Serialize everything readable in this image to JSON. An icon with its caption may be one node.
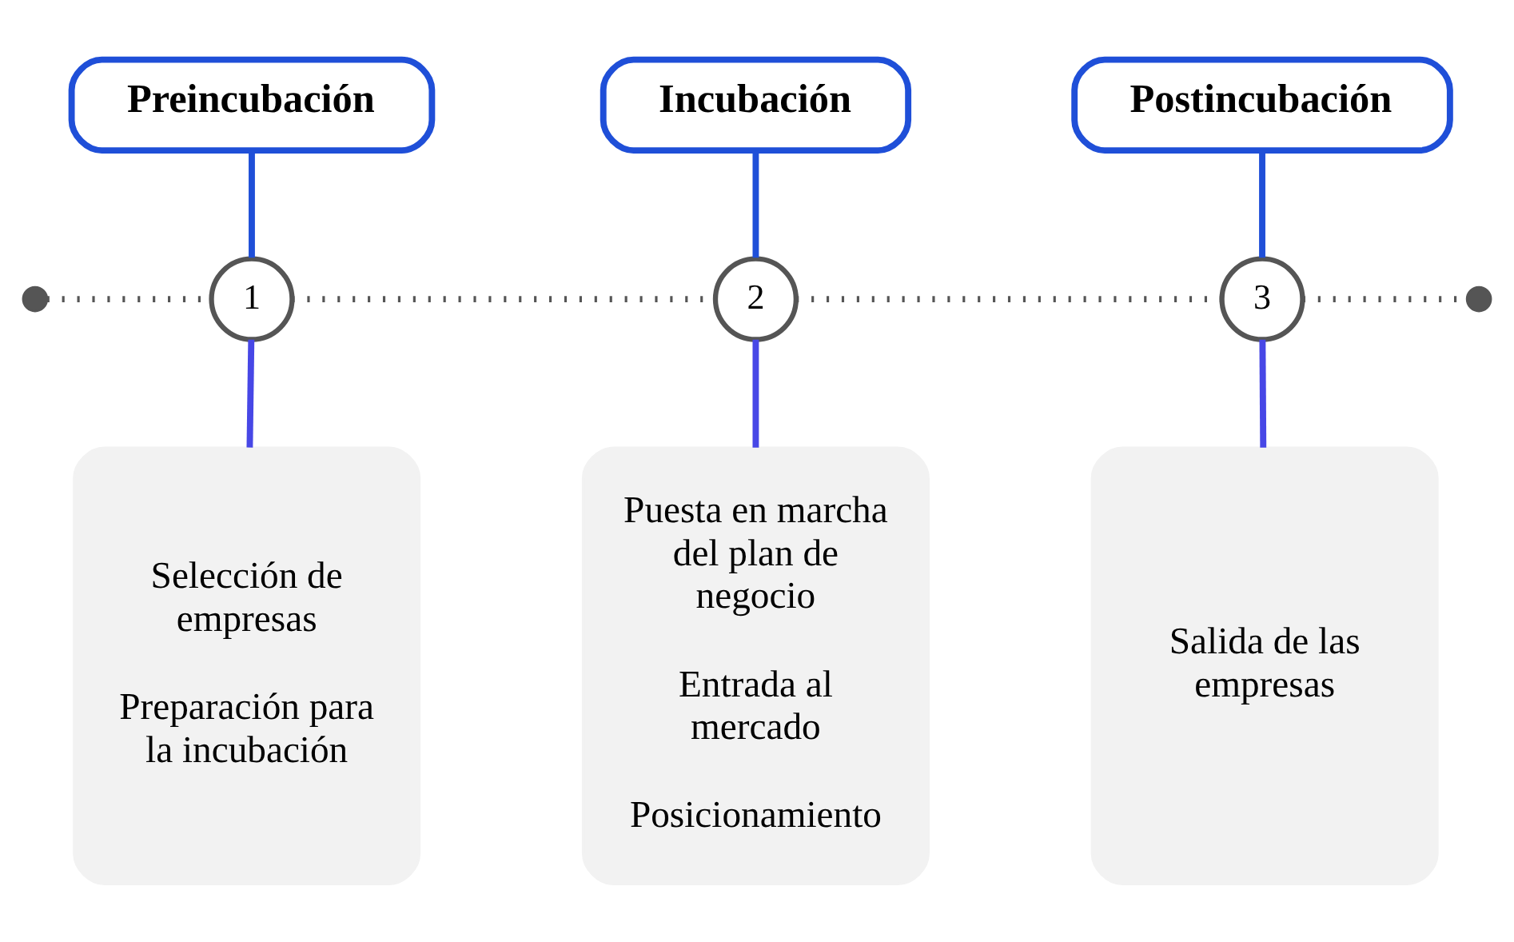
{
  "diagram": {
    "nodes": [
      {
        "text": [
          "Preincubación"
        ]
      },
      {
        "text": [
          "Incubación"
        ]
      },
      {
        "text": [
          "Postincubación"
        ]
      },
      {
        "text": [],
        "shape": "circle"
      },
      {
        "text": [
          "1"
        ]
      },
      {
        "text": [
          "2"
        ]
      },
      {
        "text": [
          "3"
        ]
      },
      {
        "text": [],
        "shape": "circle"
      },
      {
        "text": [
          "Selección de empresas",
          "Preparación para la incubación"
        ]
      },
      {
        "text": [
          "Puesta en marcha del plan de negocio",
          "Entrada al mercado",
          "Posicionamiento"
        ]
      },
      {
        "text": [
          "Salida de las empresas"
        ]
      }
    ],
    "edges": [
      {
        "from": 3,
        "to": 4,
        "arrow": "none",
        "style": "dashed",
        "color": "#555555"
      },
      {
        "from": 4,
        "to": 5,
        "arrow": "none",
        "style": "dashed",
        "color": "#555555"
      },
      {
        "from": 5,
        "to": 6,
        "arrow": "none",
        "style": "dashed",
        "color": "#555555"
      },
      {
        "from": 6,
        "to": 7,
        "arrow": "none",
        "style": "dashed",
        "color": "#555555"
      },
      {
        "from": 0,
        "to": 4,
        "arrow": "none",
        "color": "#1f4fd8"
      },
      {
        "from": 1,
        "to": 5,
        "arrow": "none",
        "color": "#1f4fd8"
      },
      {
        "from": 2,
        "to": 6,
        "arrow": "none",
        "color": "#1f4fd8"
      },
      {
        "from": 4,
        "to": 8,
        "arrow": "none",
        "color": "#4747e6"
      },
      {
        "from": 5,
        "to": 9,
        "arrow": "none",
        "color": "#4747e6"
      },
      {
        "from": 6,
        "to": 10,
        "arrow": "none",
        "color": "#4747e6"
      }
    ]
  }
}
